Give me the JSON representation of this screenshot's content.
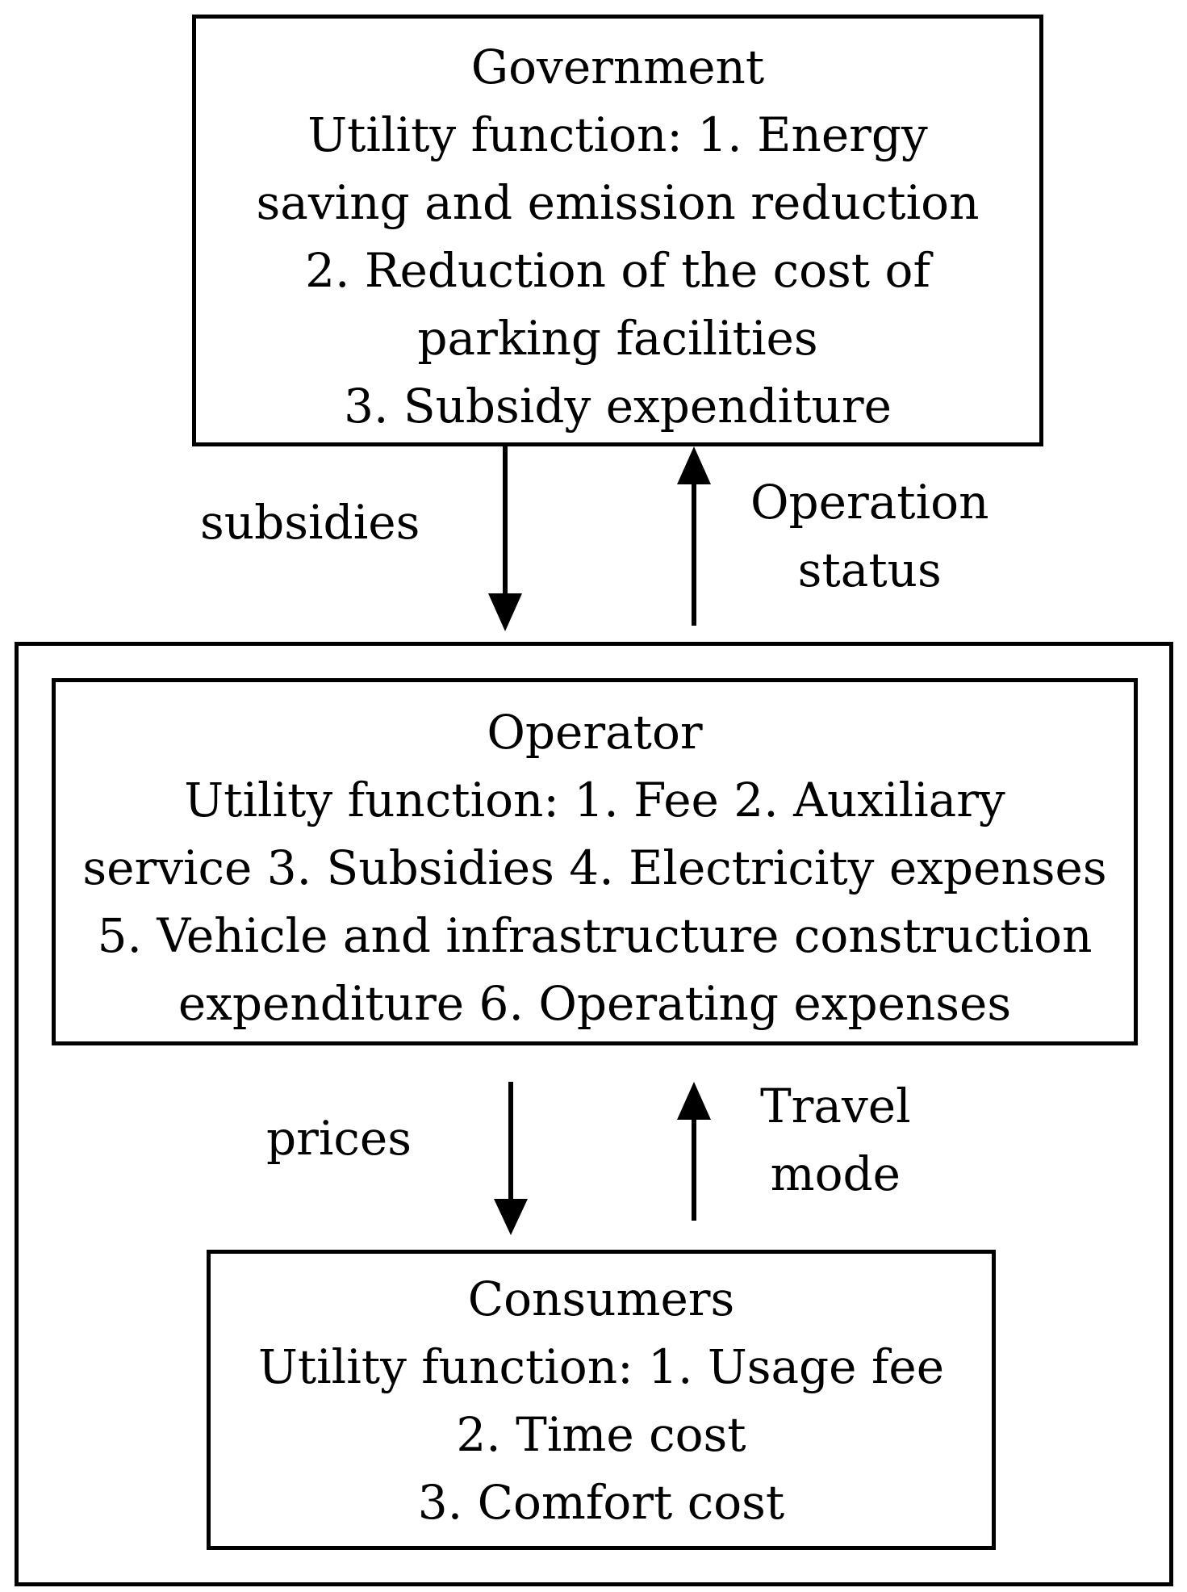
{
  "government": {
    "title": "Government",
    "lines": [
      "Utility function: 1. Energy",
      "saving and emission reduction",
      "2. Reduction of  the cost of",
      "parking facilities",
      "3. Subsidy expenditure"
    ]
  },
  "operator": {
    "title": "Operator",
    "lines": [
      "Utility function: 1. Fee 2. Auxiliary",
      "service 3. Subsidies 4. Electricity expenses",
      "5. Vehicle and infrastructure construction",
      "expenditure 6. Operating expenses"
    ]
  },
  "consumers": {
    "title": "Consumers",
    "lines": [
      "Utility function: 1. Usage fee",
      "2. Time cost",
      "3. Comfort cost"
    ]
  },
  "arrows": {
    "subsidies": "subsidies",
    "operation_status": [
      "Operation",
      "status"
    ],
    "prices": "prices",
    "travel_mode": [
      "Travel",
      "mode"
    ]
  }
}
